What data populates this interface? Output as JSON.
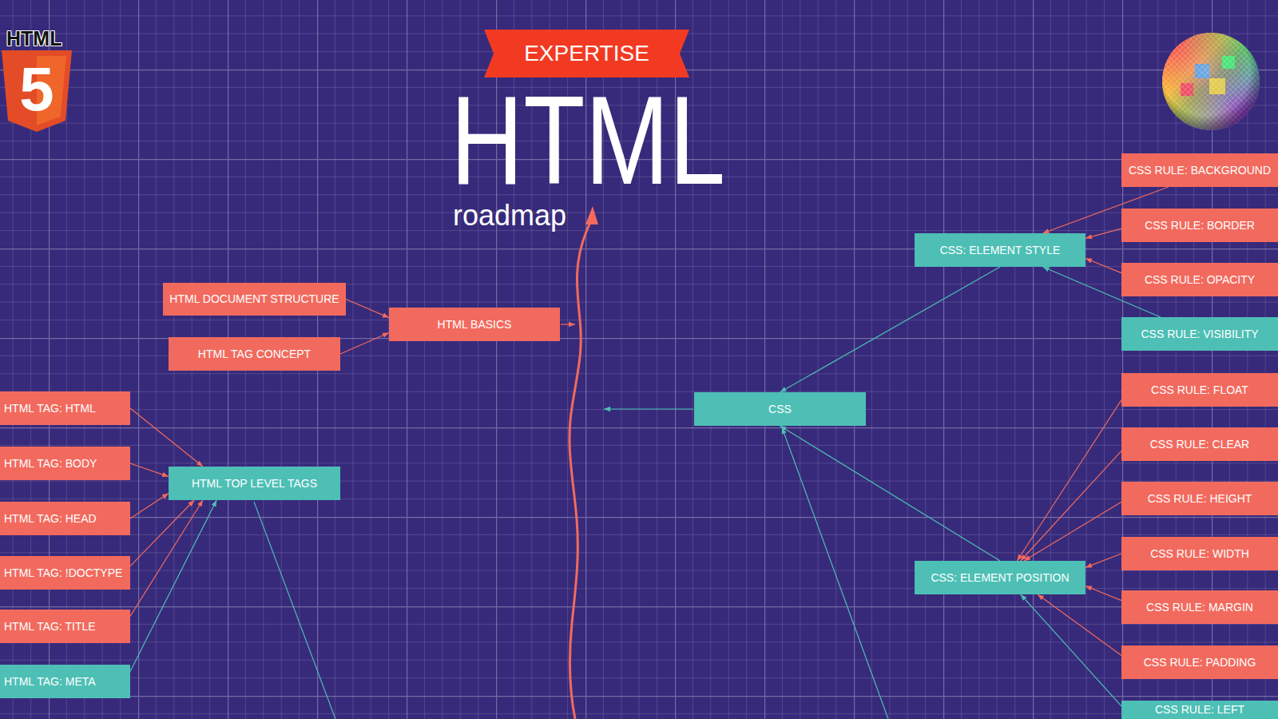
{
  "diagram": {
    "title": "HTML",
    "nodes": [
      {
        "text": [
          "HTML DOCUMENT STRUCTURE"
        ]
      },
      {
        "text": [
          "HTML TAG CONCEPT"
        ]
      },
      {
        "text": [
          "HTML BASICS"
        ]
      },
      {
        "text": [
          "HTML TAG: HTML"
        ]
      },
      {
        "text": [
          "HTML TAG: BODY"
        ]
      },
      {
        "text": [
          "HTML TAG: HEAD"
        ]
      },
      {
        "text": [
          "HTML TAG: !DOCTYPE"
        ]
      },
      {
        "text": [
          "HTML TAG: TITLE"
        ]
      },
      {
        "text": [
          "HTML TAG: META"
        ]
      },
      {
        "text": [
          "HTML TOP LEVEL TAGS"
        ]
      },
      {
        "text": [
          "CSS"
        ]
      },
      {
        "text": [
          "CSS: ELEMENT STYLE"
        ]
      },
      {
        "text": [
          "CSS: ELEMENT POSITION"
        ]
      },
      {
        "text": [
          "CSS RULE: BACKGROUND"
        ]
      },
      {
        "text": [
          "CSS RULE: BORDER"
        ]
      },
      {
        "text": [
          "CSS RULE: OPACITY"
        ]
      },
      {
        "text": [
          "CSS RULE: VISIBILITY"
        ]
      },
      {
        "text": [
          "CSS RULE: FLOAT"
        ]
      },
      {
        "text": [
          "CSS RULE: CLEAR"
        ]
      },
      {
        "text": [
          "CSS RULE: HEIGHT"
        ]
      },
      {
        "text": [
          "CSS RULE: WIDTH"
        ]
      },
      {
        "text": [
          "CSS RULE: MARGIN"
        ]
      },
      {
        "text": [
          "CSS RULE: PADDING"
        ]
      },
      {
        "text": [
          "CSS RULE: LEFT"
        ]
      }
    ],
    "edges": [
      {
        "from": 0,
        "to": 2,
        "arrow": "to"
      },
      {
        "from": 1,
        "to": 2,
        "arrow": "to"
      },
      {
        "from": 3,
        "to": 9,
        "arrow": "to"
      },
      {
        "from": 4,
        "to": 9,
        "arrow": "to"
      },
      {
        "from": 5,
        "to": 9,
        "arrow": "to"
      },
      {
        "from": 6,
        "to": 9,
        "arrow": "to"
      },
      {
        "from": 7,
        "to": 9,
        "arrow": "to"
      },
      {
        "from": 8,
        "to": 9,
        "arrow": "to"
      },
      {
        "from": 11,
        "to": 10,
        "arrow": "to"
      },
      {
        "from": 12,
        "to": 10,
        "arrow": "to"
      },
      {
        "from": 13,
        "to": 11,
        "arrow": "to"
      },
      {
        "from": 14,
        "to": 11,
        "arrow": "to"
      },
      {
        "from": 15,
        "to": 11,
        "arrow": "to"
      },
      {
        "from": 16,
        "to": 11,
        "arrow": "to"
      },
      {
        "from": 17,
        "to": 12,
        "arrow": "to"
      },
      {
        "from": 18,
        "to": 12,
        "arrow": "to"
      },
      {
        "from": 19,
        "to": 12,
        "arrow": "to"
      },
      {
        "from": 20,
        "to": 12,
        "arrow": "to"
      },
      {
        "from": 21,
        "to": 12,
        "arrow": "to"
      },
      {
        "from": 22,
        "to": 12,
        "arrow": "to"
      },
      {
        "from": 23,
        "to": 12,
        "arrow": "to"
      }
    ],
    "labels": [
      "EXPERTISE",
      "roadmap",
      "HTML",
      "5"
    ]
  }
}
